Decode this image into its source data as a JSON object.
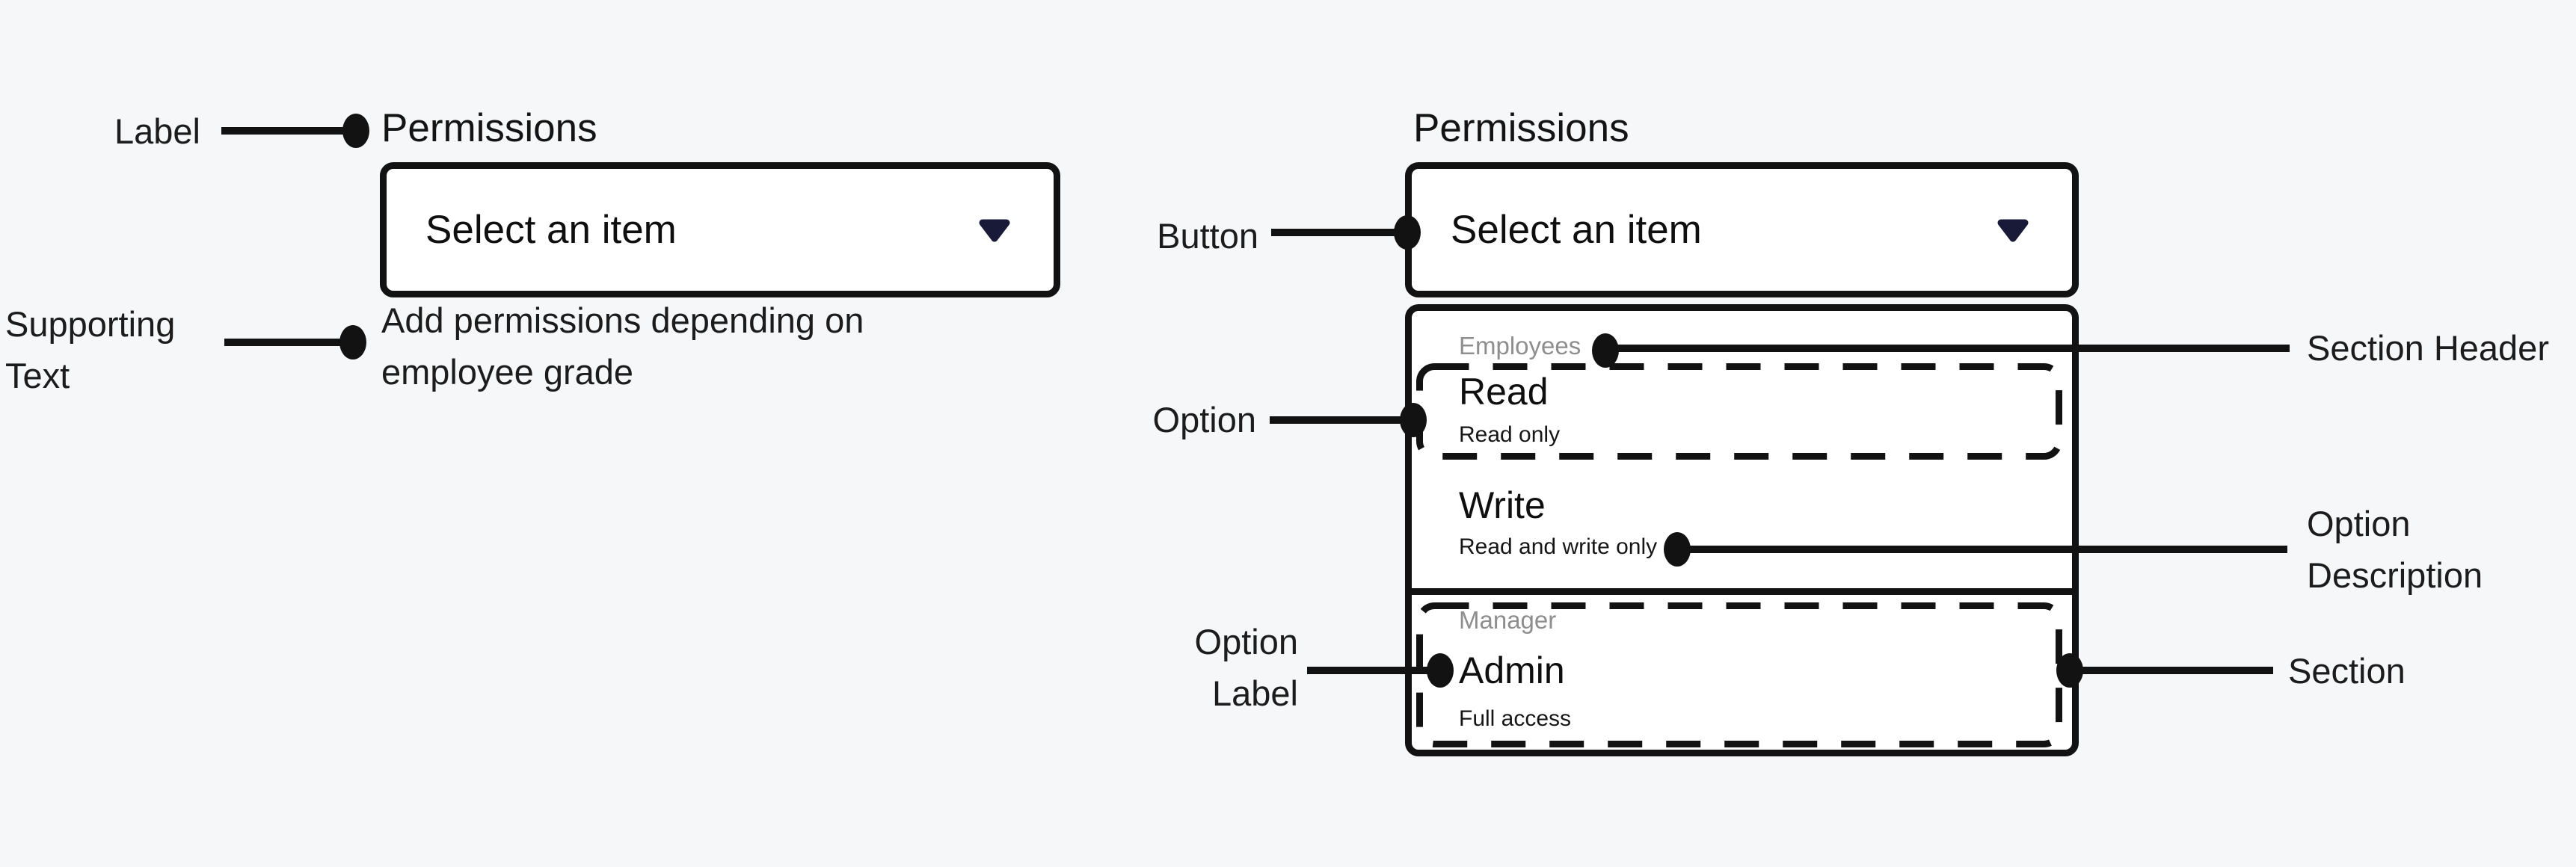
{
  "colors": {
    "background": "#f6f7f9",
    "surface": "#ffffff",
    "ink": "#121212",
    "muted_header": "#8e8e8e",
    "caret_navy": "#191938"
  },
  "icons": {
    "button_caret": "chevron-down"
  },
  "closed_example": {
    "annotations": {
      "label": "Label",
      "supporting_text": [
        "Supporting",
        "Text"
      ]
    },
    "field_label": "Permissions",
    "button_text": "Select an item",
    "supporting_text": [
      "Add permissions depending on",
      "employee grade"
    ]
  },
  "open_example": {
    "annotations": {
      "button": "Button",
      "option": "Option",
      "section_header": "Section Header",
      "option_description": [
        "Option",
        "Description"
      ],
      "option_label": [
        "Option",
        "Label"
      ],
      "section": "Section"
    },
    "field_label": "Permissions",
    "button_text": "Select an item",
    "menu": {
      "sections": [
        {
          "header": "Employees",
          "options": [
            {
              "label": "Read",
              "description": "Read only"
            },
            {
              "label": "Write",
              "description": "Read and write only"
            }
          ]
        },
        {
          "header": "Manager",
          "options": [
            {
              "label": "Admin",
              "description": "Full access"
            }
          ]
        }
      ]
    }
  }
}
